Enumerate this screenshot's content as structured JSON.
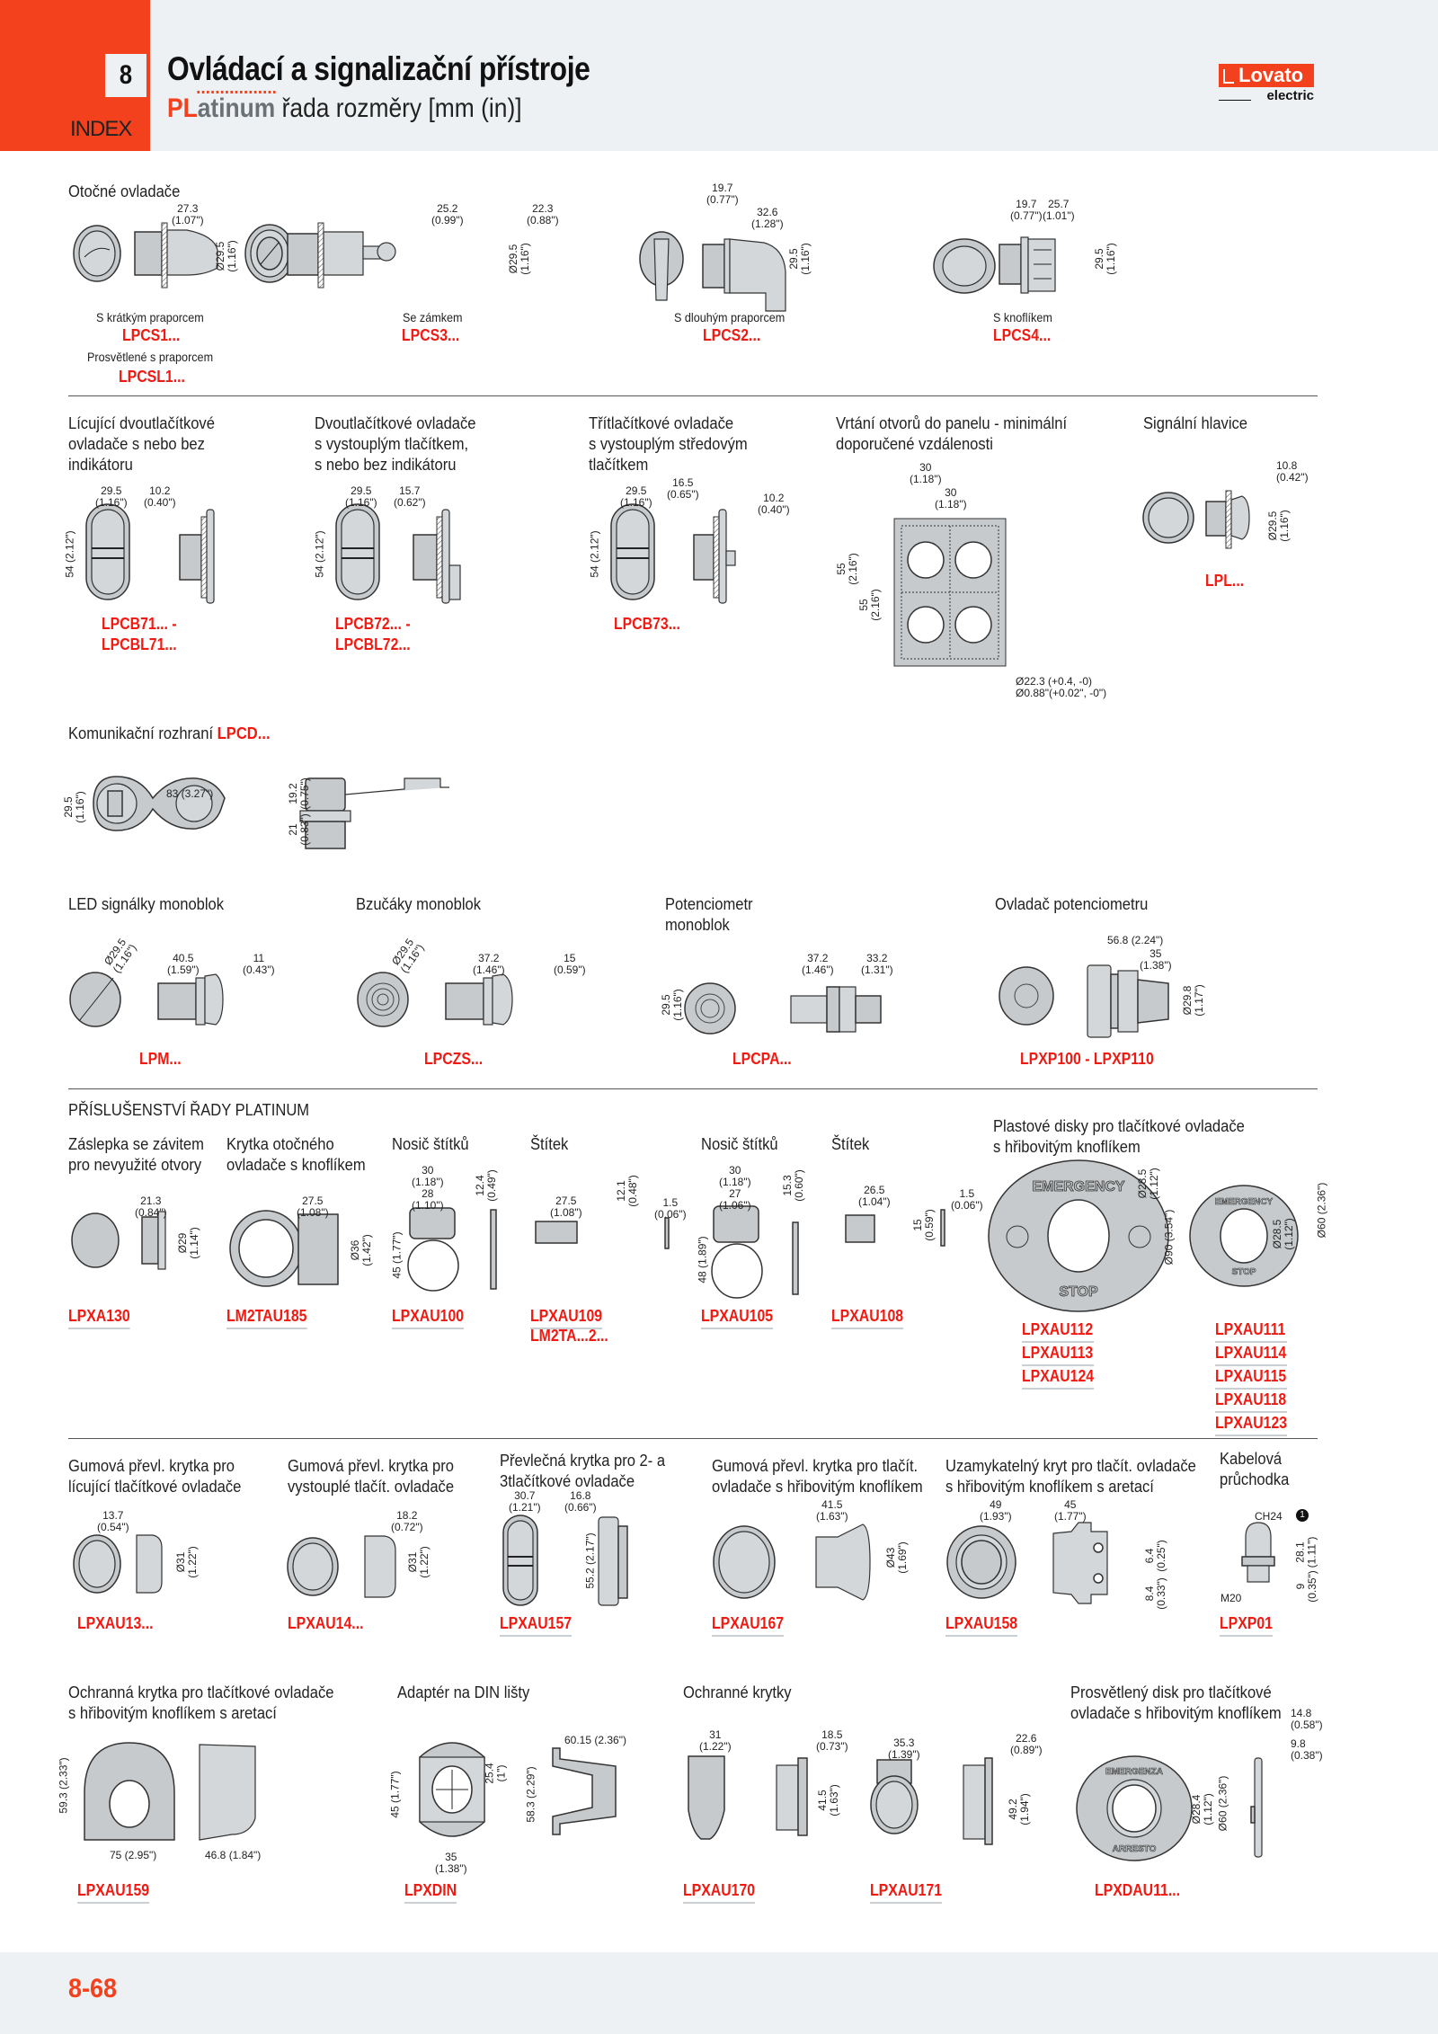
{
  "header": {
    "chapter": "8",
    "index_label": "INDEX",
    "title": "Ovládací a signalizační přístroje",
    "subtitle_brand_pl": "PL",
    "subtitle_brand_rest": "atinum",
    "subtitle_text": " řada rozměry [mm (in)]",
    "logo_name": "Lovato",
    "logo_sub": "electric"
  },
  "colors": {
    "accent": "#f4411d",
    "code_red": "#f01a12",
    "header_bg": "#eef1f3",
    "part_gray": "#c7cacc"
  },
  "rotary": {
    "title": "Otočné ovladače",
    "items": [
      {
        "caption": "S krátkým praporcem",
        "code": "LPCS1...",
        "caption2": "Prosvětlené s praporcem",
        "code2": "LPCSL1...",
        "dims": [
          "27.3",
          "(1.07\")",
          "Ø29.5",
          "(1.16\")"
        ]
      },
      {
        "caption": "Se zámkem",
        "code": "LPCS3...",
        "dims": [
          "25.2",
          "(0.99\")",
          "22.3",
          "(0.88\")",
          "Ø29.5",
          "(1.16\")"
        ]
      },
      {
        "caption": "S dlouhým praporcem",
        "code": "LPCS2...",
        "dims": [
          "19.7",
          "(0.77\")",
          "32.6",
          "(1.28\")",
          "29.5",
          "(1.16\")"
        ]
      },
      {
        "caption": "S knoflíkem",
        "code": "LPCS4...",
        "dims": [
          "19.7",
          "(0.77\")",
          "25.7",
          "(1.01\")",
          "29.5",
          "(1.16\")"
        ]
      }
    ]
  },
  "pushbuttons": {
    "items": [
      {
        "title": [
          "Lícující dvoutlačítkové",
          "ovladače s nebo bez",
          "indikátoru"
        ],
        "codes": [
          "LPCB71... -",
          "LPCBL71..."
        ],
        "dims": [
          "29.5",
          "(1.16\")",
          "10.2",
          "(0.40\")",
          "54 (2.12\")"
        ]
      },
      {
        "title": [
          "Dvoutlačítkové ovladače",
          "s vystouplým tlačítkem,",
          "s nebo bez indikátoru"
        ],
        "codes": [
          "LPCB72... -",
          "LPCBL72..."
        ],
        "dims": [
          "29.5",
          "(1.16\")",
          "15.7",
          "(0.62\")",
          "54 (2.12\")"
        ]
      },
      {
        "title": [
          "Třítlačítkové ovladače",
          "s vystouplým středovým",
          "tlačítkem"
        ],
        "codes": [
          "LPCB73..."
        ],
        "dims": [
          "29.5",
          "(1.16\")",
          "16.5",
          "(0.65\")",
          "10.2",
          "(0.40\")",
          "54 (2.12\")"
        ]
      }
    ],
    "drilling": {
      "title": [
        "Vrtání otvorů do panelu - minimální",
        "doporučené vzdálenosti"
      ],
      "dims": [
        "30",
        "(1.18\")",
        "30",
        "(1.18\")",
        "55",
        "(2.16\")",
        "55",
        "(2.16\")",
        "Ø22.3 (+0.4, -0)",
        "Ø0.88\"(+0.02\", -0\")"
      ]
    },
    "signal": {
      "title": "Signální hlavice",
      "code": "LPL...",
      "dims": [
        "10.8",
        "(0.42\")",
        "Ø29.5",
        "(1.16\")"
      ]
    }
  },
  "comm": {
    "title": "Komunikační rozhraní ",
    "code": "LPCD...",
    "dims": [
      "83 (3.27\")",
      "29.5",
      "(1.16\")",
      "19.2",
      "(0.75\")",
      "21",
      "(0.83\")"
    ]
  },
  "monoblock": {
    "items": [
      {
        "title": [
          "LED signálky monoblok"
        ],
        "code": "LPM...",
        "dims": [
          "Ø29.5",
          "(1.16\")",
          "40.5",
          "(1.59\")",
          "11",
          "(0.43\")"
        ]
      },
      {
        "title": [
          "Bzučáky monoblok"
        ],
        "code": "LPCZS...",
        "dims": [
          "Ø29.5",
          "(1.16\")",
          "37.2",
          "(1.46\")",
          "15",
          "(0.59\")"
        ]
      },
      {
        "title": [
          "Potenciometr",
          "monoblok"
        ],
        "code": "LPCPA...",
        "dims": [
          "29.5",
          "(1.16\")",
          "37.2",
          "(1.46\")",
          "33.2",
          "(1.31\")"
        ]
      },
      {
        "title": [
          "Ovladač potenciometru"
        ],
        "code": "LPXP100 - LPXP110",
        "dims": [
          "56.8 (2.24\")",
          "35",
          "(1.38\")",
          "Ø29.8",
          "(1.17\")"
        ]
      }
    ]
  },
  "accessories": {
    "heading": "PŘÍSLUŠENSTVÍ ŘADY PLATINUM",
    "row1": [
      {
        "title": [
          "Záslepka se závitem",
          "pro nevyužité otvory"
        ],
        "codes": [
          "LPXA130"
        ],
        "dims": [
          "21.3",
          "(0.84\")",
          "Ø29",
          "(1.14\")"
        ]
      },
      {
        "title": [
          "Krytka otočného",
          "ovladače s knoflíkem"
        ],
        "codes": [
          "LM2TAU185"
        ],
        "dims": [
          "27.5",
          "(1.08\")",
          "Ø36",
          "(1.42\")"
        ]
      },
      {
        "title": [
          "Nosič štítků"
        ],
        "codes": [
          "LPXAU100"
        ],
        "dims": [
          "30",
          "(1.18\")",
          "28",
          "(1.10\")",
          "12.4",
          "(0.49\")",
          "45 (1.77\")"
        ]
      },
      {
        "title": [
          "Štítek"
        ],
        "codes": [
          "LPXAU109",
          "LM2TA...2..."
        ],
        "dims": [
          "27.5",
          "(1.08\")",
          "12.1",
          "(0.48\")",
          "1.5",
          "(0.06\")"
        ]
      },
      {
        "title": [
          "Nosič štítků"
        ],
        "codes": [
          "LPXAU105"
        ],
        "dims": [
          "30",
          "(1.18\")",
          "27",
          "(1.06\")",
          "15.3",
          "(0.60\")",
          "48 (1.89\")"
        ]
      },
      {
        "title": [
          "Štítek"
        ],
        "codes": [
          "LPXAU108"
        ],
        "dims": [
          "26.5",
          "(1.04\")",
          "15",
          "(0.59\")",
          "1.5",
          "(0.06\")"
        ]
      }
    ],
    "discs": {
      "title": [
        "Plastové disky pro tlačítkové ovladače",
        "s hřibovitým knoflíkem"
      ],
      "disc_text_top": "EMERGENCY",
      "disc_text_bottom": "STOP",
      "large": {
        "codes": [
          "LPXAU112",
          "LPXAU113",
          "LPXAU124"
        ],
        "dims": [
          "Ø28.5",
          "(1.12\")",
          "Ø90 (3.54\")"
        ]
      },
      "small": {
        "codes": [
          "LPXAU111",
          "LPXAU114",
          "LPXAU115",
          "LPXAU118",
          "LPXAU123"
        ],
        "dims": [
          "Ø28.5",
          "(1.12\")",
          "Ø60 (2.36\")"
        ]
      }
    },
    "row2": [
      {
        "title": [
          "Gumová převl. krytka pro",
          "lícující tlačítkové ovladače"
        ],
        "code": "LPXAU13...",
        "dims": [
          "13.7",
          "(0.54\")",
          "Ø31",
          "(1.22\")"
        ]
      },
      {
        "title": [
          "Gumová převl. krytka pro",
          "vystouplé tlačít. ovladače"
        ],
        "code": "LPXAU14...",
        "dims": [
          "18.2",
          "(0.72\")",
          "Ø31",
          "(1.22\")"
        ]
      },
      {
        "title": [
          "Převlečná krytka pro 2- a",
          "3tlačítkové ovladače"
        ],
        "code": "LPXAU157",
        "dims": [
          "30.7",
          "(1.21\")",
          "16.8",
          "(0.66\")",
          "55.2 (2.17\")"
        ]
      },
      {
        "title": [
          "Gumová převl. krytka pro tlačít.",
          "ovladače s hřibovitým knoflíkem"
        ],
        "code": "LPXAU167",
        "dims": [
          "41.5",
          "(1.63\")",
          "Ø43",
          "(1.69\")"
        ]
      },
      {
        "title": [
          "Uzamykatelný kryt pro tlačít. ovladače",
          "s hřibovitým knoflíkem s aretací"
        ],
        "code": "LPXAU158",
        "dims": [
          "49",
          "(1.93\")",
          "45",
          "(1.77\")",
          "6.4",
          "(0.25\")",
          "8.4",
          "(0.33\")"
        ]
      },
      {
        "title": [
          "Kabelová",
          "průchodka"
        ],
        "code": "LPXP01",
        "dims": [
          "CH24",
          "28.1",
          "(1.11\")",
          "9",
          "(0.35\")",
          "M20",
          "1"
        ]
      }
    ],
    "row3": [
      {
        "title": [
          "Ochranná krytka pro tlačítkové ovladače",
          "s hřibovitým knoflíkem s aretací"
        ],
        "code": "LPXAU159",
        "dims": [
          "59.3 (2.33\")",
          "75 (2.95\")",
          "46.8 (1.84\")"
        ]
      },
      {
        "title": [
          "Adaptér na DIN lišty"
        ],
        "code": "LPXDIN",
        "dims": [
          "45 (1.77\")",
          "25.4",
          "(1\")",
          "58.3 (2.29\")",
          "35",
          "(1.38\")",
          "60.15 (2.36\")"
        ]
      },
      {
        "title": [
          "Ochranné krytky"
        ],
        "code": "LPXAU170",
        "code2": "LPXAU171",
        "dims": [
          "31",
          "(1.22\")",
          "18.5",
          "(0.73\")",
          "41.5",
          "(1.63\")",
          "35.3",
          "(1.39\")",
          "22.6",
          "(0.89\")",
          "49.2",
          "(1.94\")"
        ]
      },
      {
        "title": [
          "Prosvětlený disk pro tlačítkové",
          "ovladače s hřibovitým knoflíkem"
        ],
        "code": "LPXDAU11...",
        "disc_text_top": "EMERGENZA",
        "disc_text_bottom": "ARRESTO",
        "dims": [
          "14.8",
          "(0.58\")",
          "9.8",
          "(0.38\")",
          "Ø28.4",
          "(1.12\")",
          "Ø60 (2.36\")"
        ]
      }
    ]
  },
  "footer": {
    "page": "8-68"
  }
}
